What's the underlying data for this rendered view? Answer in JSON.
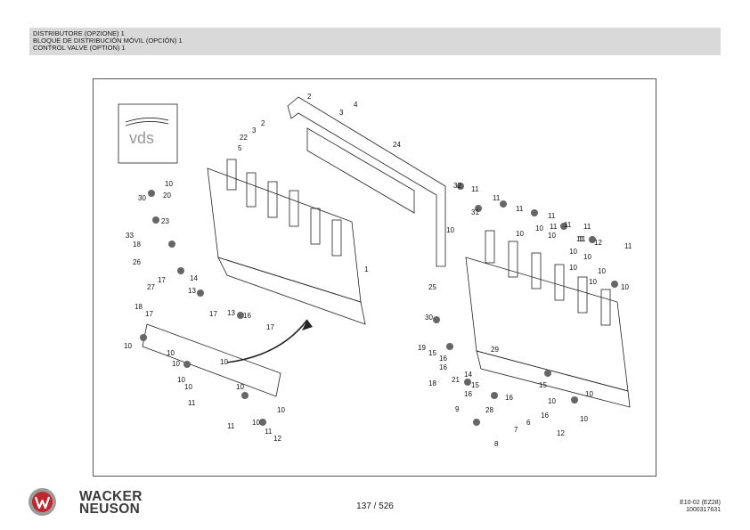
{
  "header": {
    "title_it": "DISTRIBUTORE (OPZIONE) 1",
    "title_es": "BLOQUE DE DISTRIBUCIÓN MÓVIL (OPCIÓN) 1",
    "title_en": "CONTROL VALVE (OPTION) 1"
  },
  "figure": {
    "inset_logo_text": "vds",
    "callouts": [
      {
        "id": "c1",
        "text": "2"
      },
      {
        "id": "c2",
        "text": "4"
      },
      {
        "id": "c3",
        "text": "3"
      },
      {
        "id": "c4",
        "text": "2"
      },
      {
        "id": "c5",
        "text": "3"
      },
      {
        "id": "c6",
        "text": "22"
      },
      {
        "id": "c7",
        "text": "5"
      },
      {
        "id": "c8",
        "text": "24"
      },
      {
        "id": "c9",
        "text": "10"
      },
      {
        "id": "c10",
        "text": "30"
      },
      {
        "id": "c11",
        "text": "20"
      },
      {
        "id": "c12",
        "text": "23"
      },
      {
        "id": "c13",
        "text": "33"
      },
      {
        "id": "c14",
        "text": "18"
      },
      {
        "id": "c15",
        "text": "26"
      },
      {
        "id": "c16",
        "text": "17"
      },
      {
        "id": "c17",
        "text": "14"
      },
      {
        "id": "c18",
        "text": "27"
      },
      {
        "id": "c19",
        "text": "13"
      },
      {
        "id": "c20",
        "text": "18"
      },
      {
        "id": "c21",
        "text": "17"
      },
      {
        "id": "c22",
        "text": "17"
      },
      {
        "id": "c23",
        "text": "13"
      },
      {
        "id": "c24",
        "text": "16"
      },
      {
        "id": "c25",
        "text": "17"
      },
      {
        "id": "c26",
        "text": "1"
      },
      {
        "id": "c27",
        "text": "10"
      },
      {
        "id": "c28",
        "text": "10"
      },
      {
        "id": "c29",
        "text": "10"
      },
      {
        "id": "c30",
        "text": "10"
      },
      {
        "id": "c31",
        "text": "10"
      },
      {
        "id": "c32",
        "text": "10"
      },
      {
        "id": "c33",
        "text": "11"
      },
      {
        "id": "c34",
        "text": "10"
      },
      {
        "id": "c35",
        "text": "10"
      },
      {
        "id": "c36",
        "text": "11"
      },
      {
        "id": "c37",
        "text": "10"
      },
      {
        "id": "c38",
        "text": "11"
      },
      {
        "id": "c39",
        "text": "12"
      },
      {
        "id": "c40",
        "text": "32"
      },
      {
        "id": "c41",
        "text": "11"
      },
      {
        "id": "c42",
        "text": "11"
      },
      {
        "id": "c43",
        "text": "31"
      },
      {
        "id": "c44",
        "text": "11"
      },
      {
        "id": "c45",
        "text": "11"
      },
      {
        "id": "c46",
        "text": "11"
      },
      {
        "id": "c47",
        "text": "10"
      },
      {
        "id": "c48",
        "text": "10"
      },
      {
        "id": "c49",
        "text": "10"
      },
      {
        "id": "c50",
        "text": "10"
      },
      {
        "id": "c51",
        "text": "11"
      },
      {
        "id": "c52",
        "text": "12"
      },
      {
        "id": "c53",
        "text": "11"
      },
      {
        "id": "c54",
        "text": "10"
      },
      {
        "id": "c55",
        "text": "10"
      },
      {
        "id": "c56",
        "text": "10"
      },
      {
        "id": "c57",
        "text": "10"
      },
      {
        "id": "c58",
        "text": "10"
      },
      {
        "id": "c59",
        "text": "10"
      },
      {
        "id": "c60",
        "text": "25"
      },
      {
        "id": "c61",
        "text": "30"
      },
      {
        "id": "c62",
        "text": "19"
      },
      {
        "id": "c63",
        "text": "15"
      },
      {
        "id": "c64",
        "text": "16"
      },
      {
        "id": "c65",
        "text": "29"
      },
      {
        "id": "c66",
        "text": "16"
      },
      {
        "id": "c67",
        "text": "18"
      },
      {
        "id": "c68",
        "text": "21"
      },
      {
        "id": "c69",
        "text": "14"
      },
      {
        "id": "c70",
        "text": "15"
      },
      {
        "id": "c71",
        "text": "16"
      },
      {
        "id": "c72",
        "text": "9"
      },
      {
        "id": "c73",
        "text": "28"
      },
      {
        "id": "c74",
        "text": "7"
      },
      {
        "id": "c75",
        "text": "6"
      },
      {
        "id": "c76",
        "text": "8"
      },
      {
        "id": "c77",
        "text": "15"
      },
      {
        "id": "c78",
        "text": "16"
      },
      {
        "id": "c79",
        "text": "10"
      },
      {
        "id": "c80",
        "text": "16"
      },
      {
        "id": "c81",
        "text": "10"
      },
      {
        "id": "c82",
        "text": "12"
      },
      {
        "id": "c83",
        "text": "10"
      },
      {
        "id": "c84",
        "text": "11"
      },
      {
        "id": "c85",
        "text": "11"
      },
      {
        "id": "c86",
        "text": "11"
      }
    ]
  },
  "footer": {
    "brand_line1": "WACKER",
    "brand_line2": "NEUSON",
    "page_label": "137 / 526",
    "doc_code_line1": "E10-02 (EZ28)",
    "doc_code_line2": "1000317631",
    "logo_color": "#c0272d"
  }
}
